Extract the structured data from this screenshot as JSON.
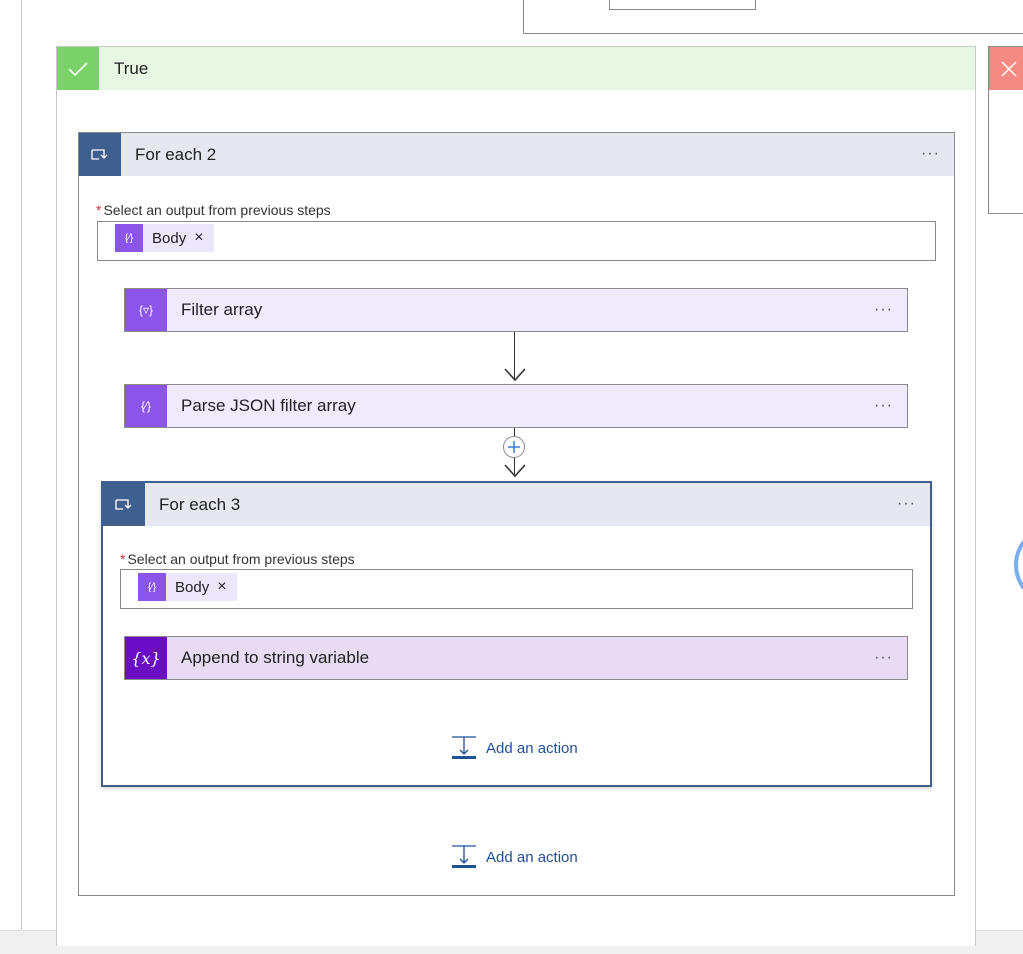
{
  "branches": {
    "true_label": "True"
  },
  "for_each_2": {
    "title": "For each 2",
    "more": "···",
    "select_label": "Select an output from previous steps",
    "required_mark": "*",
    "token_label": "Body",
    "token_remove": "×",
    "actions": [
      {
        "title": "Filter array",
        "more": "···",
        "icon": "filter-array-icon"
      },
      {
        "title": "Parse JSON filter array",
        "more": "···",
        "icon": "parse-json-icon"
      }
    ],
    "add_action_label": "Add an action"
  },
  "for_each_3": {
    "title": "For each 3",
    "more": "···",
    "select_label": "Select an output from previous steps",
    "required_mark": "*",
    "token_label": "Body",
    "token_remove": "×",
    "action": {
      "title": "Append to string variable",
      "more": "···",
      "icon_text": "{x}"
    },
    "add_action_label": "Add an action"
  },
  "colors": {
    "true_header": "#e8f7e4",
    "true_check": "#7bd26a",
    "false_x": "#f58a82",
    "loop_tile": "#3f5f8f",
    "action_purple": "#8a55e8",
    "variable_purple": "#6a0dc4",
    "link_blue": "#1f4f96"
  }
}
